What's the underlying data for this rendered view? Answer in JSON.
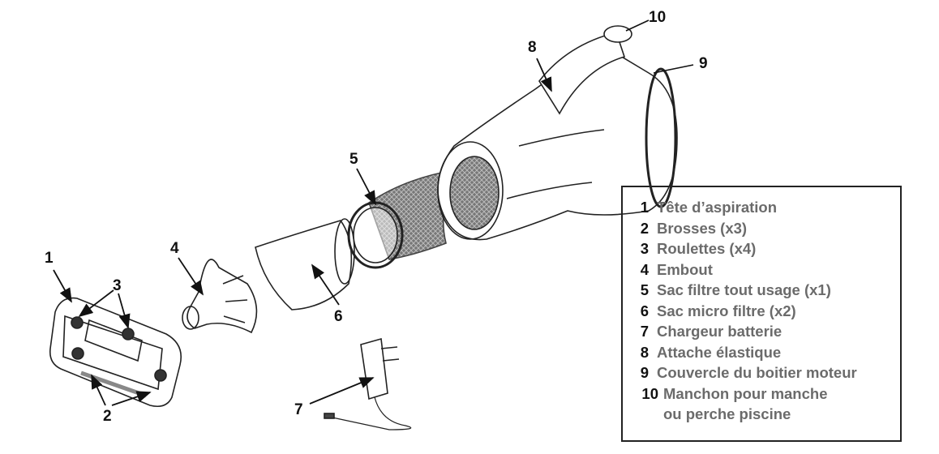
{
  "callouts": [
    "1",
    "2",
    "3",
    "4",
    "5",
    "6",
    "7",
    "8",
    "9",
    "10"
  ],
  "legend": [
    {
      "num": "1",
      "label": "Tête d’aspiration"
    },
    {
      "num": "2",
      "label": "Brosses (x3)"
    },
    {
      "num": "3",
      "label": "Roulettes (x4)"
    },
    {
      "num": "4",
      "label": "Embout"
    },
    {
      "num": "5",
      "label": "Sac filtre tout usage (x1)"
    },
    {
      "num": "6",
      "label": "Sac micro filtre (x2)"
    },
    {
      "num": "7",
      "label": "Chargeur batterie"
    },
    {
      "num": "8",
      "label": "Attache élastique"
    },
    {
      "num": "9",
      "label": "Couvercle du boitier moteur"
    },
    {
      "num": "10",
      "label": "Manchon pour manche",
      "label2": "ou perche piscine"
    }
  ]
}
